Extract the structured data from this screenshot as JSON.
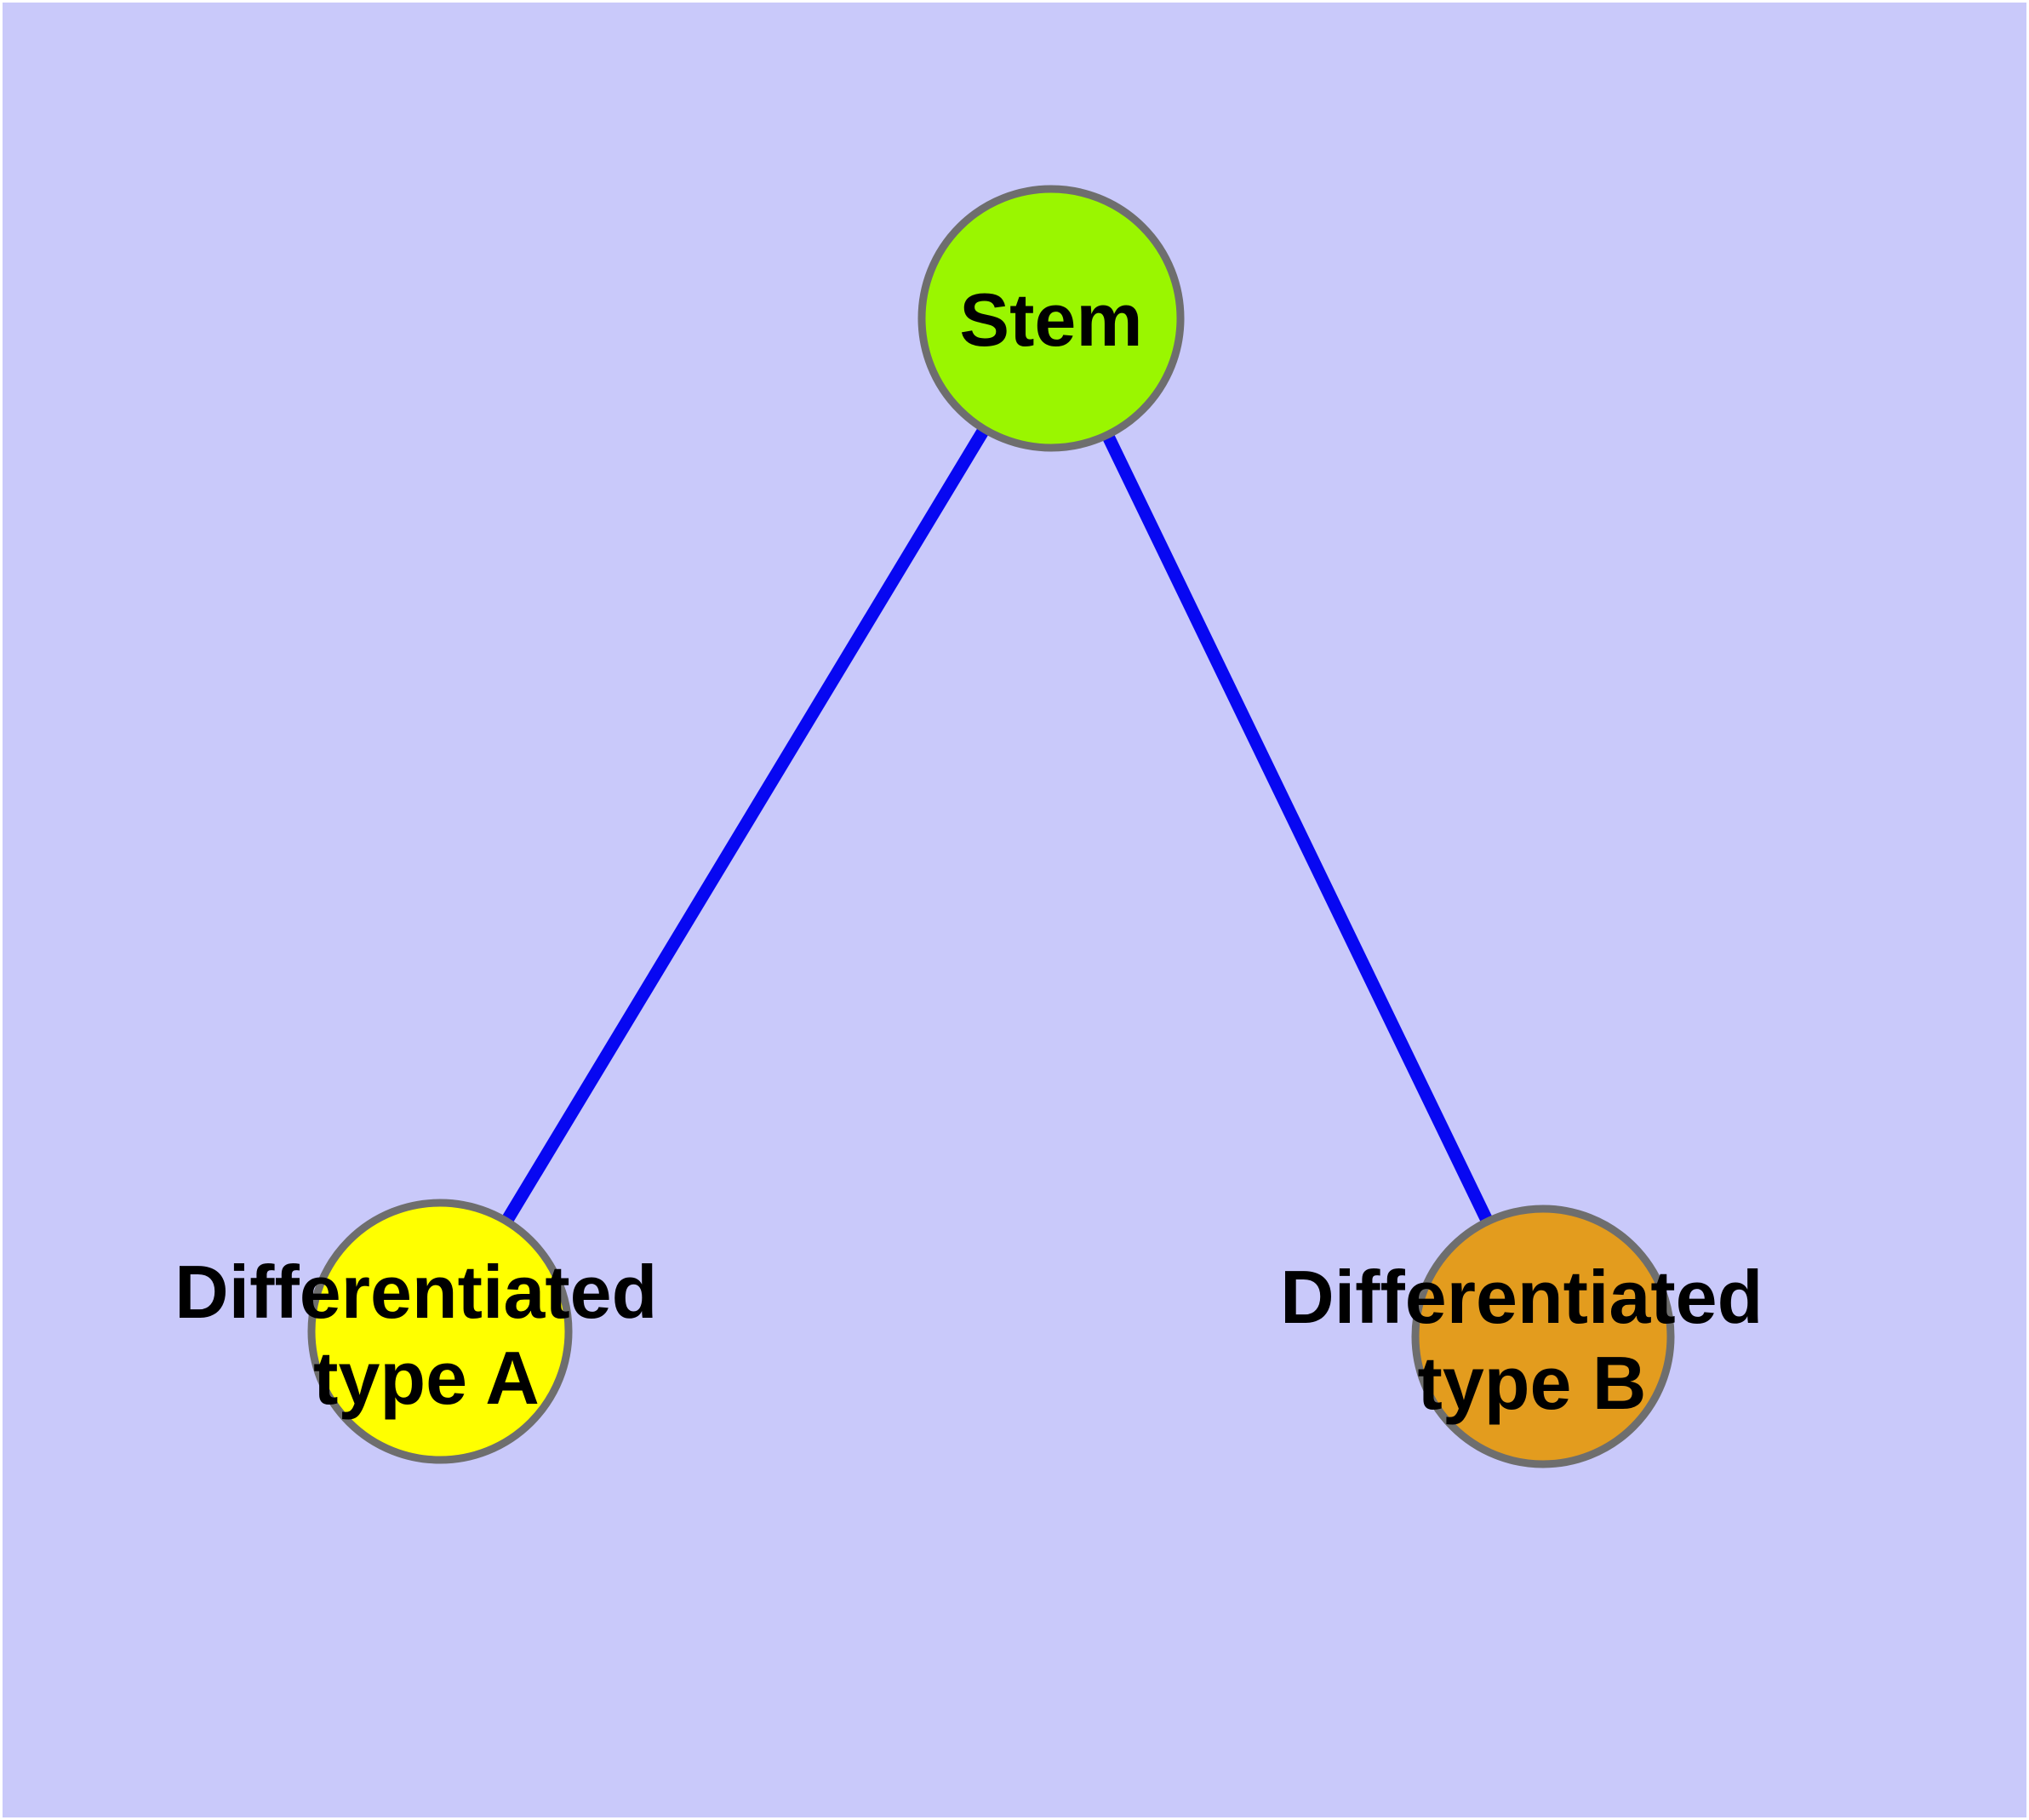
{
  "diagram": {
    "type": "node-link-graph",
    "description": "Stem cell differentiation graph: one stem node linked to two differentiated cell type nodes",
    "colors": {
      "background": "#C9C9FA",
      "frame": "#FFFFFF",
      "node_outline": "#6E6E6E",
      "edge": "#0707F2",
      "label": "#000000",
      "stem_fill": "#9AF600",
      "type_a_fill": "#FFFF00",
      "type_b_fill": "#E39C1E"
    },
    "nodes": {
      "stem": {
        "label": "Stem",
        "fill": "#9AF600"
      },
      "type_a": {
        "label": "Differentiated type A",
        "line1": "Differentiated",
        "line2": "type A",
        "fill": "#FFFF00"
      },
      "type_b": {
        "label": "Differentiated type B",
        "line1": "Differentiated",
        "line2": "type B",
        "fill": "#E39C1E"
      }
    },
    "edges": [
      {
        "from": "Stem",
        "to": "Differentiated type A"
      },
      {
        "from": "Stem",
        "to": "Differentiated type B"
      }
    ]
  }
}
